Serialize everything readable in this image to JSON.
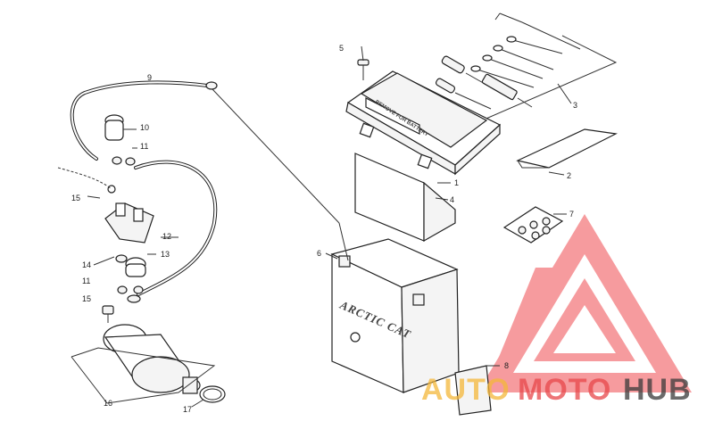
{
  "callouts": [
    {
      "id": "c1",
      "label": "1"
    },
    {
      "id": "c2",
      "label": "2"
    },
    {
      "id": "c3",
      "label": "3"
    },
    {
      "id": "c4",
      "label": "4"
    },
    {
      "id": "c5",
      "label": "5"
    },
    {
      "id": "c6",
      "label": "6"
    },
    {
      "id": "c7",
      "label": "7"
    },
    {
      "id": "c8",
      "label": "8"
    },
    {
      "id": "c9",
      "label": "9"
    },
    {
      "id": "c10",
      "label": "10"
    },
    {
      "id": "c11a",
      "label": "11"
    },
    {
      "id": "c11b",
      "label": "11"
    },
    {
      "id": "c12",
      "label": "12"
    },
    {
      "id": "c13",
      "label": "13"
    },
    {
      "id": "c14",
      "label": "14"
    },
    {
      "id": "c15a",
      "label": "15"
    },
    {
      "id": "c15b",
      "label": "15"
    },
    {
      "id": "c16",
      "label": "16"
    },
    {
      "id": "c17",
      "label": "17"
    }
  ],
  "battery": {
    "brand": "ARCTIC CAT"
  },
  "tray": {
    "text": "REMOVE FOR BATTERY"
  },
  "watermark": {
    "part1": "AUTO",
    "part2": "MOTO",
    "part3": "HUB",
    "color_auto": "#f4b73a",
    "color_moto": "#e8474a",
    "color_hub": "#3a3a3a",
    "logo_color": "#ef4b4f"
  }
}
